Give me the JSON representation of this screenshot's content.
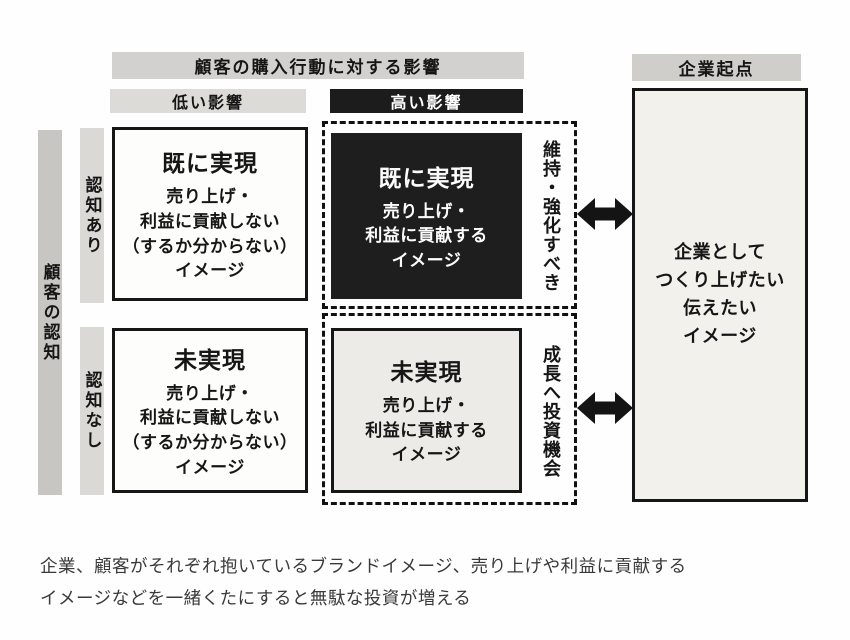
{
  "header": {
    "customer_influence": "顧客の購入行動に対する影響",
    "low_influence": "低い影響",
    "high_influence": "高い影響",
    "company_origin": "企業起点"
  },
  "left_axis": {
    "title": "顧客の認知",
    "row_top": "認知あり",
    "row_bottom": "認知なし"
  },
  "quadrants": {
    "top_left": {
      "title": "既に実現",
      "lines": [
        "売り上げ・",
        "利益に貢献しない",
        "（するか分からない）",
        "イメージ"
      ]
    },
    "top_right": {
      "title": "既に実現",
      "lines": [
        "売り上げ・",
        "利益に貢献する",
        "イメージ"
      ],
      "side_label": "維持・強化すべき"
    },
    "bottom_left": {
      "title": "未実現",
      "lines": [
        "売り上げ・",
        "利益に貢献しない",
        "（するか分からない）",
        "イメージ"
      ]
    },
    "bottom_right": {
      "title": "未実現",
      "lines": [
        "売り上げ・",
        "利益に貢献する",
        "イメージ"
      ],
      "side_label": "成長へ投資機会"
    }
  },
  "company_box": {
    "lines": [
      "企業として",
      "つくり上げたい",
      "伝えたい",
      "イメージ"
    ]
  },
  "caption": {
    "lines": [
      "企業、顧客がそれぞれ抱いているブランドイメージ、売り上げや利益に貢献する",
      "イメージなどを一緒くたにすると無駄な投資が増える"
    ]
  },
  "colors": {
    "black_fill": "#1e1e1e",
    "header_gray": "#d2d1cf",
    "axis_bar_gray": "#c8c6c2",
    "row_bar_gray": "#dbd9d5",
    "light_box_bg": "#edebe7",
    "company_box_bg": "#f3f1ec"
  }
}
